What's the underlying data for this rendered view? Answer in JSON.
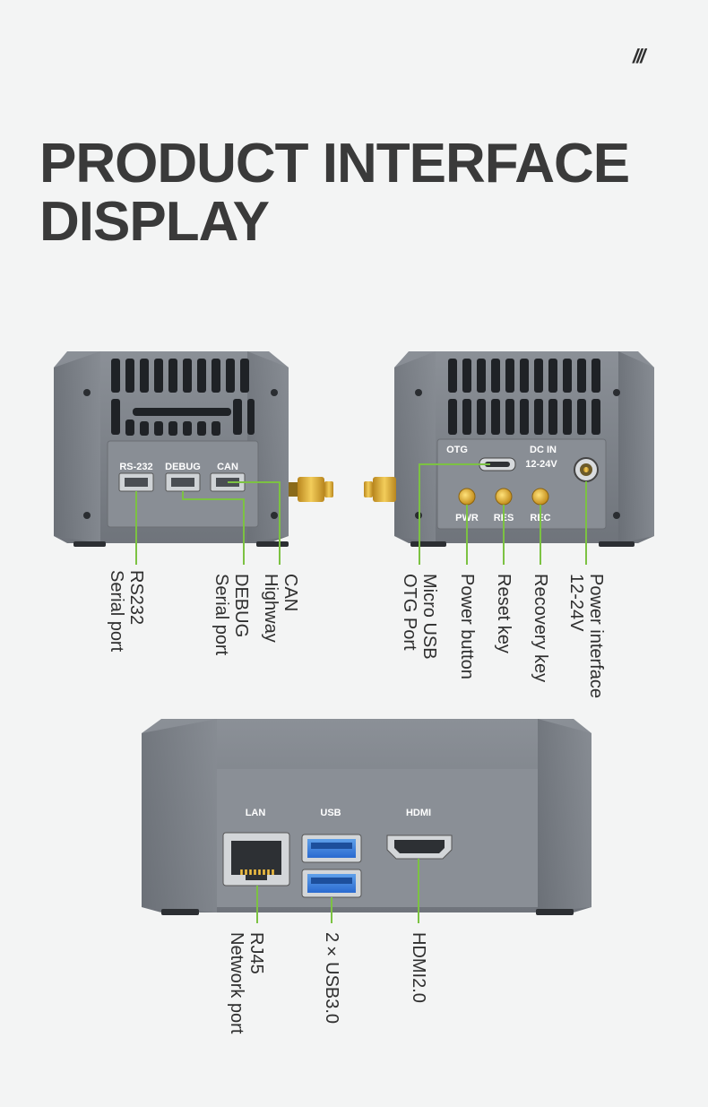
{
  "header": {
    "decoration": "///",
    "title": "PRODUCT INTERFACE DISPLAY"
  },
  "device_left": {
    "port_labels": [
      "RS-232",
      "DEBUG",
      "CAN"
    ]
  },
  "device_right": {
    "port_labels": {
      "otg": "OTG",
      "dc_in_1": "DC IN",
      "dc_in_2": "12-24V",
      "pwr": "PWR",
      "res": "RES",
      "rec": "REC"
    }
  },
  "device_bottom": {
    "port_labels": {
      "lan": "LAN",
      "usb": "USB",
      "hdmi": "HDMI"
    }
  },
  "callouts": {
    "rs232": [
      "RS232",
      "Serial port"
    ],
    "debug": [
      "DEBUG",
      "Serial port"
    ],
    "can": [
      "CAN",
      "Highway"
    ],
    "otg": [
      "Micro USB",
      "OTG Port"
    ],
    "power_button": [
      "Power button"
    ],
    "reset": [
      "Reset key"
    ],
    "recovery": [
      "Recovery key"
    ],
    "power_interface": [
      "Power interface",
      "12-24V"
    ],
    "rj45": [
      "RJ45",
      "Network port"
    ],
    "usb": [
      "2×USB3.0"
    ],
    "hdmi": [
      "HDMI2.0"
    ]
  },
  "colors": {
    "accent_line": "#7cc242",
    "device_body": "#7d8289",
    "background": "#f3f4f4"
  }
}
